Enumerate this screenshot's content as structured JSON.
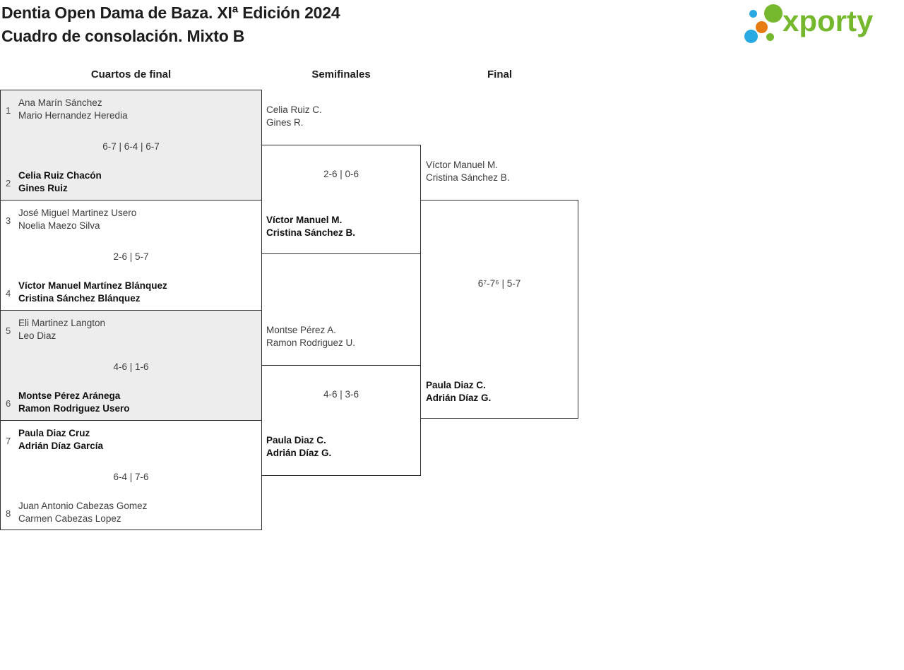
{
  "header": {
    "title_line1": "Dentia Open Dama de Baza. XIª Edición 2024",
    "title_line2": "Cuadro de consolación. Mixto B",
    "logo_text": "xporty"
  },
  "colors": {
    "logo_green": "#76b82d",
    "logo_blue": "#29a9e1",
    "logo_orange": "#e87b12",
    "box_border": "#2e2e2e",
    "shaded_match_bg": "#ededed",
    "winner_text": "#101010",
    "normal_text": "#3d3d3d"
  },
  "rounds": {
    "quarterfinals": "Cuartos de final",
    "semifinals": "Semifinales",
    "final": "Final"
  },
  "bracket": {
    "quarterfinals": [
      {
        "seed_top": "1",
        "team_top": [
          "Ana Marín Sánchez",
          "Mario Hernandez Heredia"
        ],
        "score": "6-7 | 6-4 | 6-7",
        "seed_bottom": "2",
        "team_bottom": [
          "Celia Ruiz Chacón",
          "Gines Ruiz"
        ],
        "winner": "bottom"
      },
      {
        "seed_top": "3",
        "team_top": [
          "José Miguel Martinez Usero",
          "Noelia Maezo Silva"
        ],
        "score": "2-6 | 5-7",
        "seed_bottom": "4",
        "team_bottom": [
          "Víctor Manuel Martínez Blánquez",
          "Cristina Sánchez Blánquez"
        ],
        "winner": "bottom"
      },
      {
        "seed_top": "5",
        "team_top": [
          "Eli Martinez Langton",
          "Leo Diaz"
        ],
        "score": "4-6 | 1-6",
        "seed_bottom": "6",
        "team_bottom": [
          "Montse Pérez Aránega",
          "Ramon Rodriguez Usero"
        ],
        "winner": "bottom"
      },
      {
        "seed_top": "7",
        "team_top": [
          "Paula Diaz Cruz",
          "Adrián Díaz García"
        ],
        "score": "6-4 | 7-6",
        "seed_bottom": "8",
        "team_bottom": [
          "Juan Antonio Cabezas Gomez",
          "Carmen Cabezas Lopez"
        ],
        "winner": "top"
      }
    ],
    "semifinals": [
      {
        "team_top": [
          "Celia Ruiz C.",
          "Gines R."
        ],
        "score": "2-6 | 0-6",
        "team_bottom": [
          "Víctor Manuel M.",
          "Cristina Sánchez B."
        ],
        "winner": "bottom"
      },
      {
        "team_top": [
          "Montse Pérez A.",
          "Ramon Rodriguez U."
        ],
        "score": "4-6 | 3-6",
        "team_bottom": [
          "Paula Diaz C.",
          "Adrián Díaz G."
        ],
        "winner": "bottom"
      }
    ],
    "final": {
      "team_top": [
        "Víctor Manuel M.",
        "Cristina Sánchez B."
      ],
      "score": "6⁷-7⁶ | 5-7",
      "team_bottom": [
        "Paula Diaz C.",
        "Adrián Díaz G."
      ],
      "winner": "bottom"
    }
  }
}
